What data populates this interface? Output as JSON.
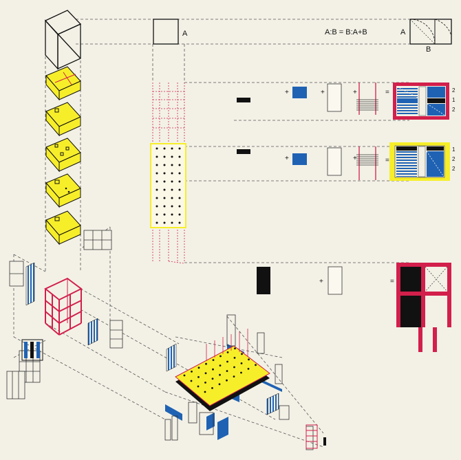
{
  "labels": {
    "a_top": "A",
    "a_right": "A",
    "b_right": "B",
    "formula": "A:B = B:A+B"
  },
  "rows": [
    {
      "ops": [
        "+",
        "+",
        "+",
        "="
      ],
      "ratios": [
        "2",
        "1",
        "2"
      ]
    },
    {
      "ops": [
        "+",
        "+",
        "="
      ],
      "ratios": [
        "1",
        "2",
        "2"
      ]
    },
    {
      "ops": [
        "+",
        "="
      ],
      "ratios": []
    }
  ],
  "colors": {
    "background": "#f3f1e6",
    "yellow": "#f7ee2a",
    "red": "#d21f4b",
    "blue": "#1f62b4",
    "black": "#111111",
    "dash": "#555555"
  }
}
